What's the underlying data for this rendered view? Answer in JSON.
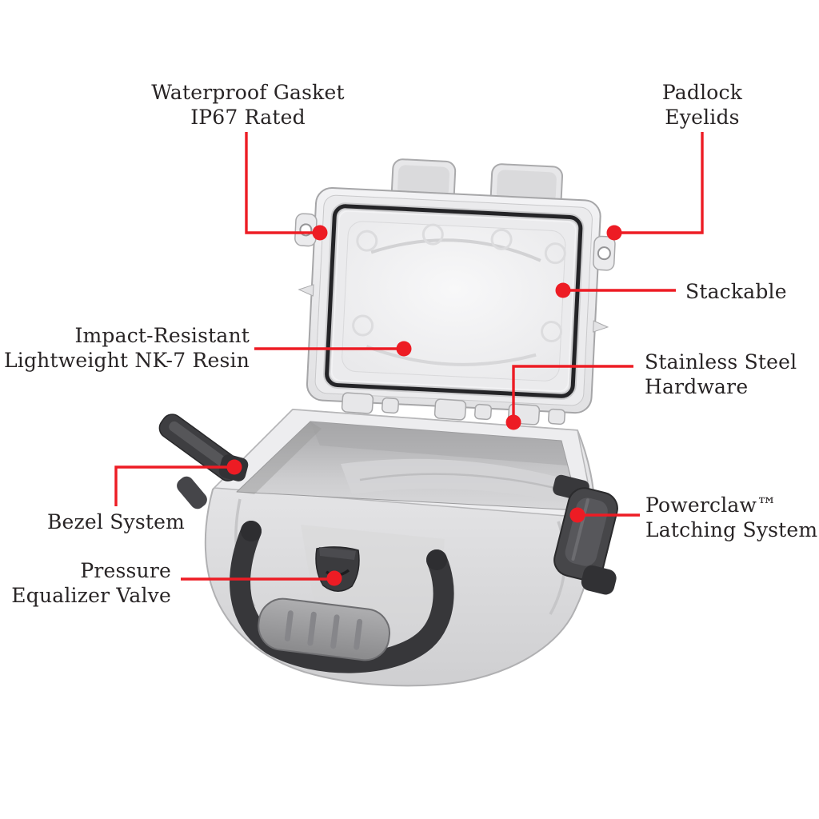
{
  "page": {
    "background": "#ffffff"
  },
  "palette": {
    "accent_red": "#ed1c24",
    "label_text": "#282425",
    "case_light_gray": "#ececee",
    "case_mid_gray": "#c9c9cb",
    "case_dark_gray": "#3a3a3d",
    "gasket_black": "#242427"
  },
  "callouts": [
    {
      "id": "waterproof-gasket",
      "lines": [
        "Waterproof Gasket",
        "IP67 Rated"
      ]
    },
    {
      "id": "padlock-eyelids",
      "lines": [
        "Padlock",
        "Eyelids"
      ]
    },
    {
      "id": "stackable",
      "lines": [
        "Stackable"
      ]
    },
    {
      "id": "impact-resistant",
      "lines": [
        "Impact-Resistant",
        "Lightweight NK-7 Resin"
      ]
    },
    {
      "id": "stainless-steel",
      "lines": [
        "Stainless Steel",
        "Hardware"
      ]
    },
    {
      "id": "bezel-system",
      "lines": [
        "Bezel System"
      ]
    },
    {
      "id": "powerclaw",
      "lines": [
        "Powerclaw™",
        "Latching System"
      ]
    },
    {
      "id": "pressure-valve",
      "lines": [
        "Pressure",
        "Equalizer Valve"
      ]
    }
  ]
}
